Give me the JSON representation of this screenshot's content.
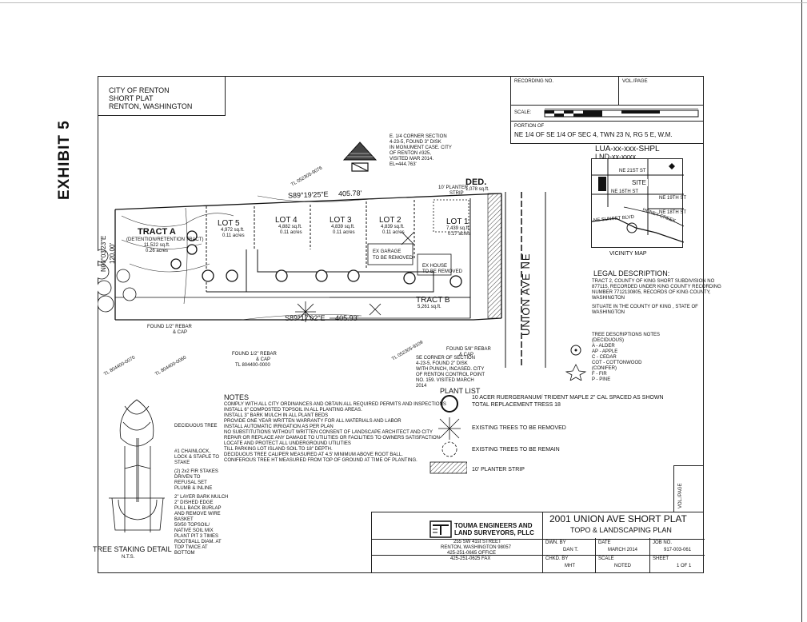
{
  "exhibit": "EXHIBIT 5",
  "title_block": {
    "city": "CITY OF RENTON",
    "doc_type": "SHORT PLAT",
    "location": "RENTON, WASHINGTON"
  },
  "recording": {
    "recording_no_label": "RECORDING NO.",
    "vol_page_label": "VOL./PAGE",
    "scale_label": "SCALE:",
    "portion_of_label": "PORTION OF",
    "portion_text": "NE 1/4 OF SE 1/4 OF SEC 4, TWN 23 N, RG 5 E, W.M."
  },
  "file_numbers": {
    "lua": "LUA-xx-xxx-SHPL",
    "lnd": "LND-xx-xxxx"
  },
  "vicinity_map": {
    "label": "VICINITY MAP",
    "streets": [
      "NE 21ST ST",
      "NE 19TH ST",
      "NE 18TH ST",
      "NE 16TH ST",
      "NE SUNSET BLVD",
      "HONEY CREEK"
    ],
    "site_label": "SITE"
  },
  "legal": {
    "heading": "LEGAL DESCRIPTION:",
    "lines": [
      "TRACT 2, COUNTY OF KING SHORT SUBDIVISION NO",
      "877115, RECORDED UNDER KING COUNTY RECORDING",
      "NUMBER 7712130805, RECORDS OF KING COUNTY,",
      "WASHINGTON"
    ],
    "situate": [
      "SITUATE IN THE COUNTY OF KING , STATE OF",
      "WASHINGTON"
    ]
  },
  "tree_notes": {
    "heading": [
      "TREE DESCRIPTIONS NOTES",
      "(DECIDUOUS)"
    ],
    "items": [
      "A - ALDER",
      "AP - APPLE",
      "C - CEDAR",
      "COT - COTTONWOOD",
      "(CONIFER)",
      "F - FIR",
      "P - PINE"
    ]
  },
  "corner_note": {
    "lines": [
      "E. 1/4 CORNER SECTION",
      "4-23-5, FOUND 3\" DISK",
      "IN MONUMENT CASE. CITY",
      "OF RENTON #325,",
      "VISITED MAR 2014.",
      "EL=444.763'"
    ]
  },
  "se_corner_note": {
    "lines": [
      "SE CORNER OF SECTION",
      "4-23-5, FOUND 2\" DISK",
      "WITH PUNCH, INCASED. CITY",
      "OF RENTON CONTROL POINT",
      "NO. 159. VISITED MARCH",
      "2014"
    ]
  },
  "site_plan": {
    "bearing_top": "S89°19'25\"E",
    "dist_top": "405.78'",
    "bearing_bottom": "S89°17'02\"E",
    "dist_bottom": "405.93'",
    "bearing_left": "N00°03'23\"E",
    "dist_left": "120.00'",
    "tract_a": {
      "name": "TRACT A",
      "sub": "(DETENTION/RETENTION TRACT)",
      "area": "11,522 sq.ft.",
      "acres": "0.26 acres"
    },
    "lots": [
      {
        "name": "LOT 5",
        "area": "4,972 sq.ft.",
        "acres": "0.11 acres"
      },
      {
        "name": "LOT 4",
        "area": "4,882 sq.ft.",
        "acres": "0.11 acres"
      },
      {
        "name": "LOT 3",
        "area": "4,839 sq.ft.",
        "acres": "0.11 acres"
      },
      {
        "name": "LOT 2",
        "area": "4,839 sq.ft.",
        "acres": "0.11 acres"
      },
      {
        "name": "LOT 1",
        "area": "7,439 sq.ft.",
        "acres": "0.17 acres"
      }
    ],
    "tract_b": {
      "name": "TRACT B",
      "area": "5,261 sq.ft."
    },
    "street": "UNION AVE NE",
    "ded_label": "DED.",
    "ded_area": "1,078 sq.ft.",
    "ex_garage": [
      "EX GARAGE",
      "TO BE REMOVED"
    ],
    "ex_house": [
      "EX HOUSE",
      "TO BE REMOVED"
    ],
    "planter": [
      "10' PLANTER",
      "STRIP"
    ],
    "found_rebar_1": [
      "FOUND 1/2\" REBAR",
      "& CAP"
    ],
    "found_rebar_2": [
      "FOUND 1/2\" REBAR",
      "& CAP",
      "TL 804400-0000"
    ],
    "found_rebar_3": [
      "FOUND 5/8\" REBAR",
      "& CAP"
    ],
    "tl_labels": [
      "TL 052305-9076",
      "TL 804400-0070",
      "TL 804400-0060",
      "TL 052305-9109",
      "TL 804400-0000"
    ]
  },
  "notes": {
    "heading": "NOTES",
    "lines": [
      "COMPLY WITH ALL CITY ORDINANCES AND OBTAIN ALL REQUIRED PERMITS AND INSPECTIONS",
      "INSTALL 6\" COMPOSTED TOPSOIL IN ALL PLANTING AREAS.",
      "INSTALL 3\" BARK MULCH IN ALL PLANT BEDS",
      "PROVIDE ONE YEAR WRITTEN WARRANTY FOR ALL MATERIALS AND LABOR",
      "INSTALL AUTOMATIC IRRIGATION AS PER PLAN",
      "NO SUBSTITUTIONS WITHOUT WRITTEN CONSENT OF LANDSCAPE ARCHITECT AND CITY",
      "REPAIR OR REPLACE ANY DAMAGE TO UTILITIES OR FACILITIES TO OWNERS SATISFACTION",
      "LOCATE AND PROTECT ALL UNDERGROUND UTILITIES",
      "TILL PARKING LOT ISLAND SOIL TO 18\" DEPTH.",
      "DECIDUOUS TREE CALIPER MEASURED AT 4.5' MINIMUM ABOVE ROOT BALL.",
      "CONIFEROUS TREE HT MEASURED FROM TOP OF GROUND AT TIME OF PLANTING."
    ]
  },
  "plant_list": {
    "heading": "PLANT LIST",
    "items": [
      {
        "text": "10  ACER RUERGERANUM/ TRIDENT MAPLE 2\" CAL  SPACED AS SHOWN",
        "sub": "TOTAL REPLACEMENT TRESS 18"
      },
      {
        "text": "EXISTING TREES TO BE REMOVED",
        "sub": ""
      },
      {
        "text": "EXISTING TREES TO BE REMAIN",
        "sub": ""
      },
      {
        "text": "10' PLANTER STRIP",
        "sub": ""
      }
    ]
  },
  "tree_detail": {
    "title": "TREE STAKING DETAIL",
    "scale": "N.T.S.",
    "callouts": [
      "DECIDUOUS TREE",
      "#1 CHAINLOCK, LOCK & STAPLE TO STAKE",
      "(2) 2x2 FIR STAKES DRIVEN TO REFUSAL SET PLUMB & INLINE",
      "2\" LAYER BARK MULCH",
      "2\" DISHED EDGE",
      "PULL BACK BURLAP AND REMOVE WIRE BASKET",
      "50/50 TOPSOIL/ NATIVE SOIL MIX",
      "PLANT PIT 3 TIMES ROOTBALL DIAM. AT TOP TWICE AT BOTTOM"
    ]
  },
  "firm": {
    "name_1": "TOUMA ENGINEERS AND",
    "name_2": "LAND SURVEYORS, PLLC",
    "address": [
      "255 SW 41st STREET",
      "RENTON, WASHINGTON 98057",
      "425-251-0665 OFFICE",
      "425-251-0625 FAX"
    ]
  },
  "project": {
    "title": "2001 UNION AVE SHORT PLAT",
    "subtitle": "TOPO & LANDSCAPING PLAN",
    "dwn_by_label": "DWN. BY",
    "dwn_by": "DAN T.",
    "date_label": "DATE",
    "date": "MARCH 2014",
    "job_label": "JOB NO.",
    "job": "917-003-061",
    "chkd_label": "CHKD. BY",
    "chkd": "MHT",
    "scale_label": "SCALE",
    "scale": "NOTED",
    "sheet_label": "SHEET",
    "sheet": "1 OF 1",
    "vol_page": "VOL./PAGE"
  }
}
